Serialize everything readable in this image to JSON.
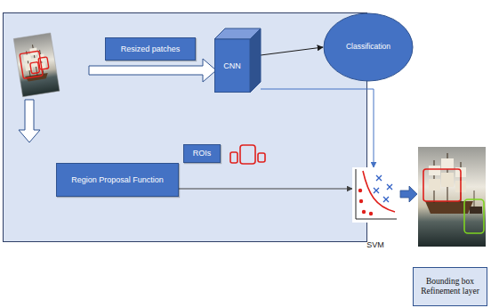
{
  "diagram": {
    "nodes": [
      {
        "text": [
          "Resized patches"
        ]
      },
      {
        "text": [
          "CNN"
        ]
      },
      {
        "text": [
          "Classification"
        ]
      },
      {
        "text": [
          "Region Proposal Function"
        ]
      },
      {
        "text": [
          "ROIs"
        ]
      },
      {
        "text": [
          "SVM"
        ]
      },
      {
        "text": [
          "Bounding box Refinement layer"
        ]
      }
    ],
    "edges": [
      {
        "from": 1,
        "to": 2,
        "arrow": "to"
      },
      {
        "from": 1,
        "to": 5,
        "arrow": "to"
      },
      {
        "from": 3,
        "to": 5,
        "arrow": "to"
      }
    ]
  }
}
